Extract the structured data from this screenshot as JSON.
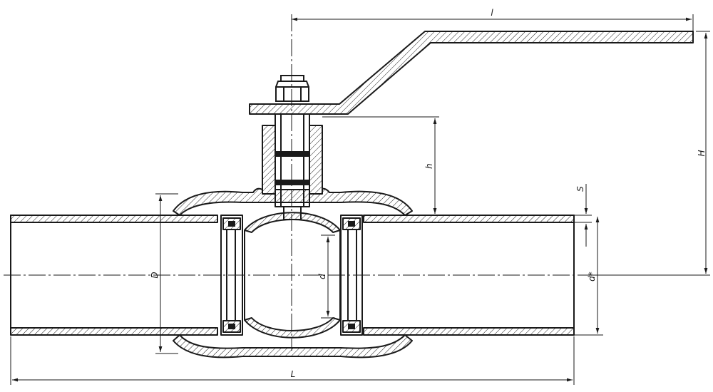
{
  "labels": {
    "l": "l",
    "H": "H",
    "h": "h",
    "S": "S",
    "D": "D",
    "d": "d",
    "d_star": "d*",
    "L": "L"
  }
}
